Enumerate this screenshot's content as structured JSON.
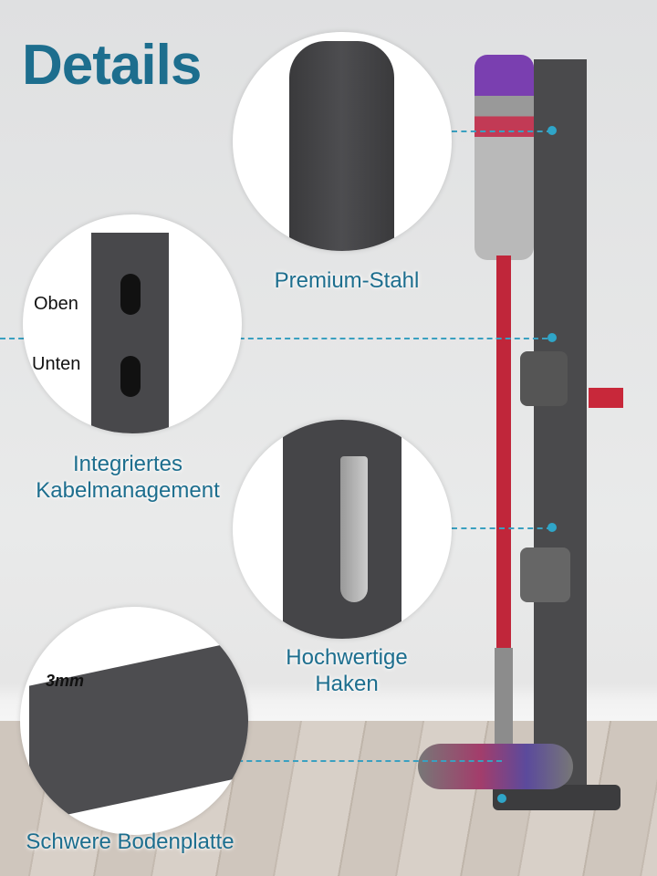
{
  "title": "Details",
  "features": {
    "steel": "Premium-Stahl",
    "cable_line1": "Integriertes",
    "cable_line2": "Kabelmanagement",
    "cable_top": "Oben",
    "cable_bottom": "Unten",
    "hooks_line1": "Hochwertige",
    "hooks_line2": "Haken",
    "thickness": "3mm",
    "base": "Schwere Bodenplatte"
  },
  "colors": {
    "accent": "#1d6e8e",
    "stand": "#4a4a4c",
    "pole": "#c0263a"
  }
}
